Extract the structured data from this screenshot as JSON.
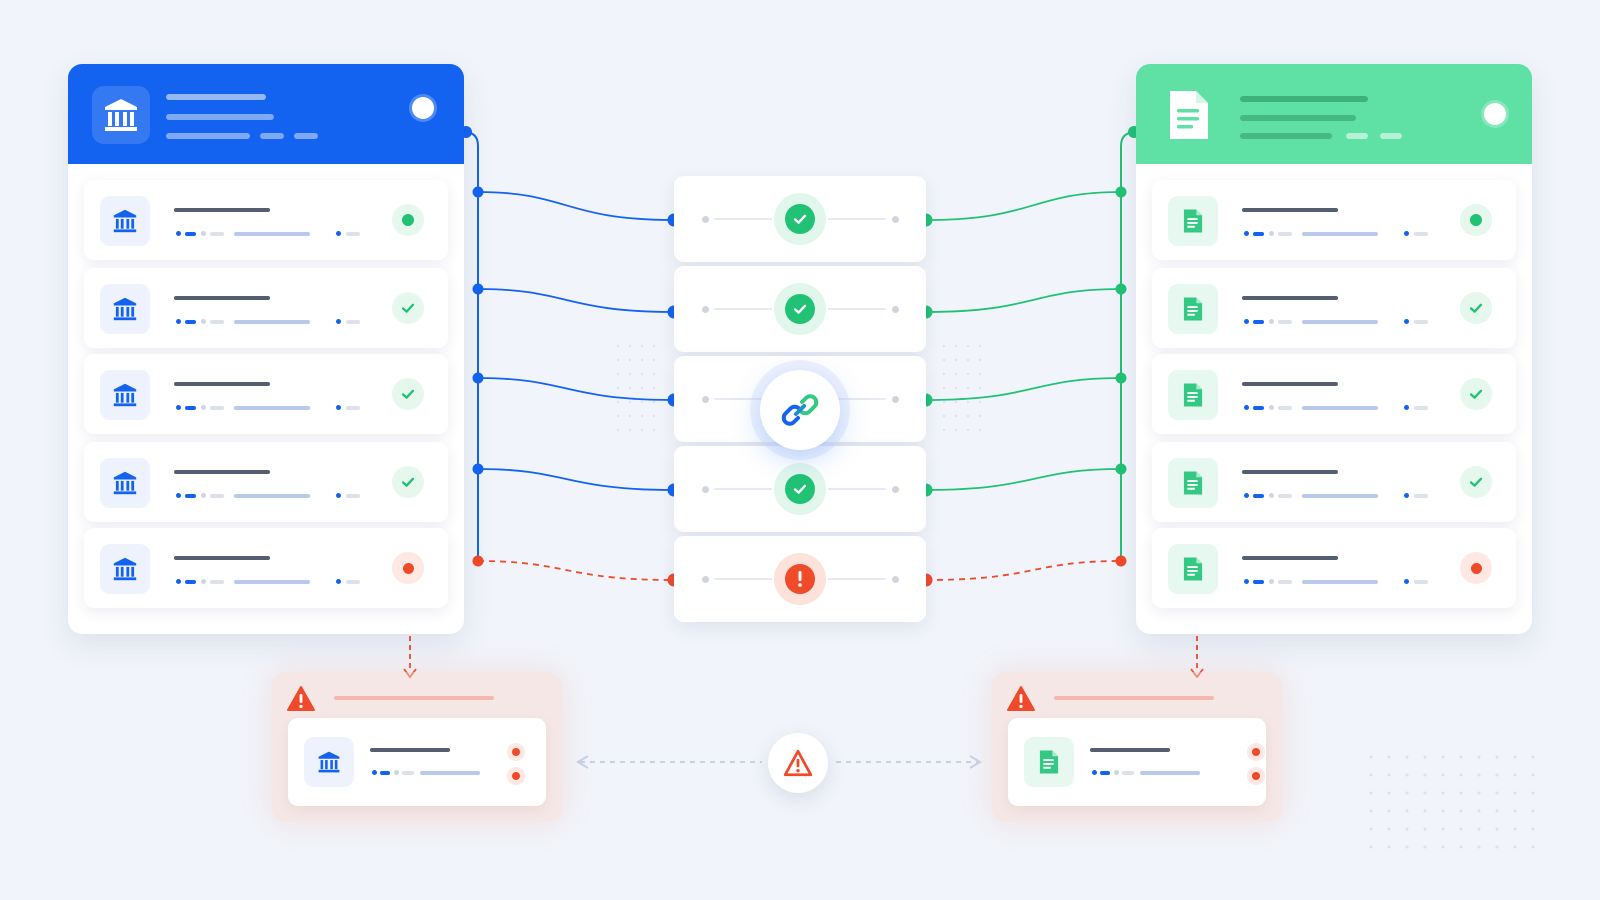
{
  "colors": {
    "bank_blue": "#1463f0",
    "doc_green": "#34c983",
    "doc_header": "#5fe0a4",
    "error_red": "#ef4a2a",
    "match_green": "#22c275",
    "placeholder_gray": "#545e70"
  },
  "left_panel": {
    "icon": "bank-icon",
    "rows": [
      {
        "icon": "bank-icon",
        "status": "matched-dot"
      },
      {
        "icon": "bank-icon",
        "status": "check"
      },
      {
        "icon": "bank-icon",
        "status": "check"
      },
      {
        "icon": "bank-icon",
        "status": "check"
      },
      {
        "icon": "bank-icon",
        "status": "error-dot"
      }
    ]
  },
  "right_panel": {
    "icon": "document-icon",
    "rows": [
      {
        "icon": "document-icon",
        "status": "matched-dot"
      },
      {
        "icon": "document-icon",
        "status": "check"
      },
      {
        "icon": "document-icon",
        "status": "check"
      },
      {
        "icon": "document-icon",
        "status": "check"
      },
      {
        "icon": "document-icon",
        "status": "error-dot"
      }
    ]
  },
  "match_cards": [
    {
      "state": "matched",
      "icon": "check-circle-icon"
    },
    {
      "state": "matched",
      "icon": "check-circle-icon"
    },
    {
      "state": "linking",
      "icon": "link-icon"
    },
    {
      "state": "matched",
      "icon": "check-circle-icon"
    },
    {
      "state": "mismatch",
      "icon": "exclamation-icon"
    }
  ],
  "exceptions": [
    {
      "side": "bank",
      "icon": "warning-triangle-icon",
      "record_icon": "bank-icon"
    },
    {
      "side": "document",
      "icon": "warning-triangle-icon",
      "record_icon": "document-icon"
    }
  ],
  "center_alert": {
    "icon": "warning-triangle-icon"
  }
}
